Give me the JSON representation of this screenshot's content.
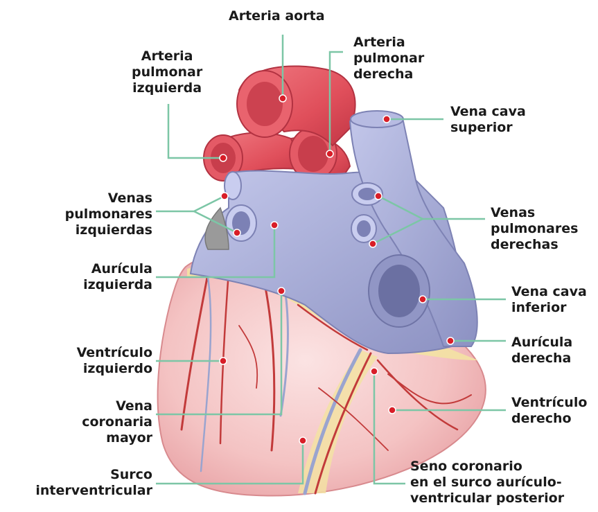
{
  "colors": {
    "leader": "#7cc6a6",
    "dot": "#d81e28",
    "artery": "#e65a64",
    "vein": "#a9aed8",
    "ventricle": "#f4c2c2",
    "fat": "#f3e2a3"
  },
  "labels": {
    "aorta": [
      "Arteria aorta"
    ],
    "pulm_izq": [
      "Arteria",
      "pulmonar",
      "izquierda"
    ],
    "pulm_der": [
      "Arteria",
      "pulmonar",
      "derecha"
    ],
    "cava_sup": [
      "Vena cava",
      "superior"
    ],
    "venas_izq": [
      "Venas",
      "pulmonares",
      "izquierdas"
    ],
    "venas_der": [
      "Venas",
      "pulmonares",
      "derechas"
    ],
    "auricula_izq": [
      "Aurícula",
      "izquierda"
    ],
    "cava_inf": [
      "Vena cava",
      "inferior"
    ],
    "auricula_der": [
      "Aurícula",
      "derecha"
    ],
    "ventriculo_izq": [
      "Ventrículo",
      "izquierdo"
    ],
    "vena_coronaria": [
      "Vena",
      "coronaria",
      "mayor"
    ],
    "ventriculo_der": [
      "Ventrículo",
      "derecho"
    ],
    "surco": [
      "Surco",
      "interventricular"
    ],
    "seno": [
      "Seno coronario",
      "en el surco aurículo-",
      "ventricular posterior"
    ]
  }
}
